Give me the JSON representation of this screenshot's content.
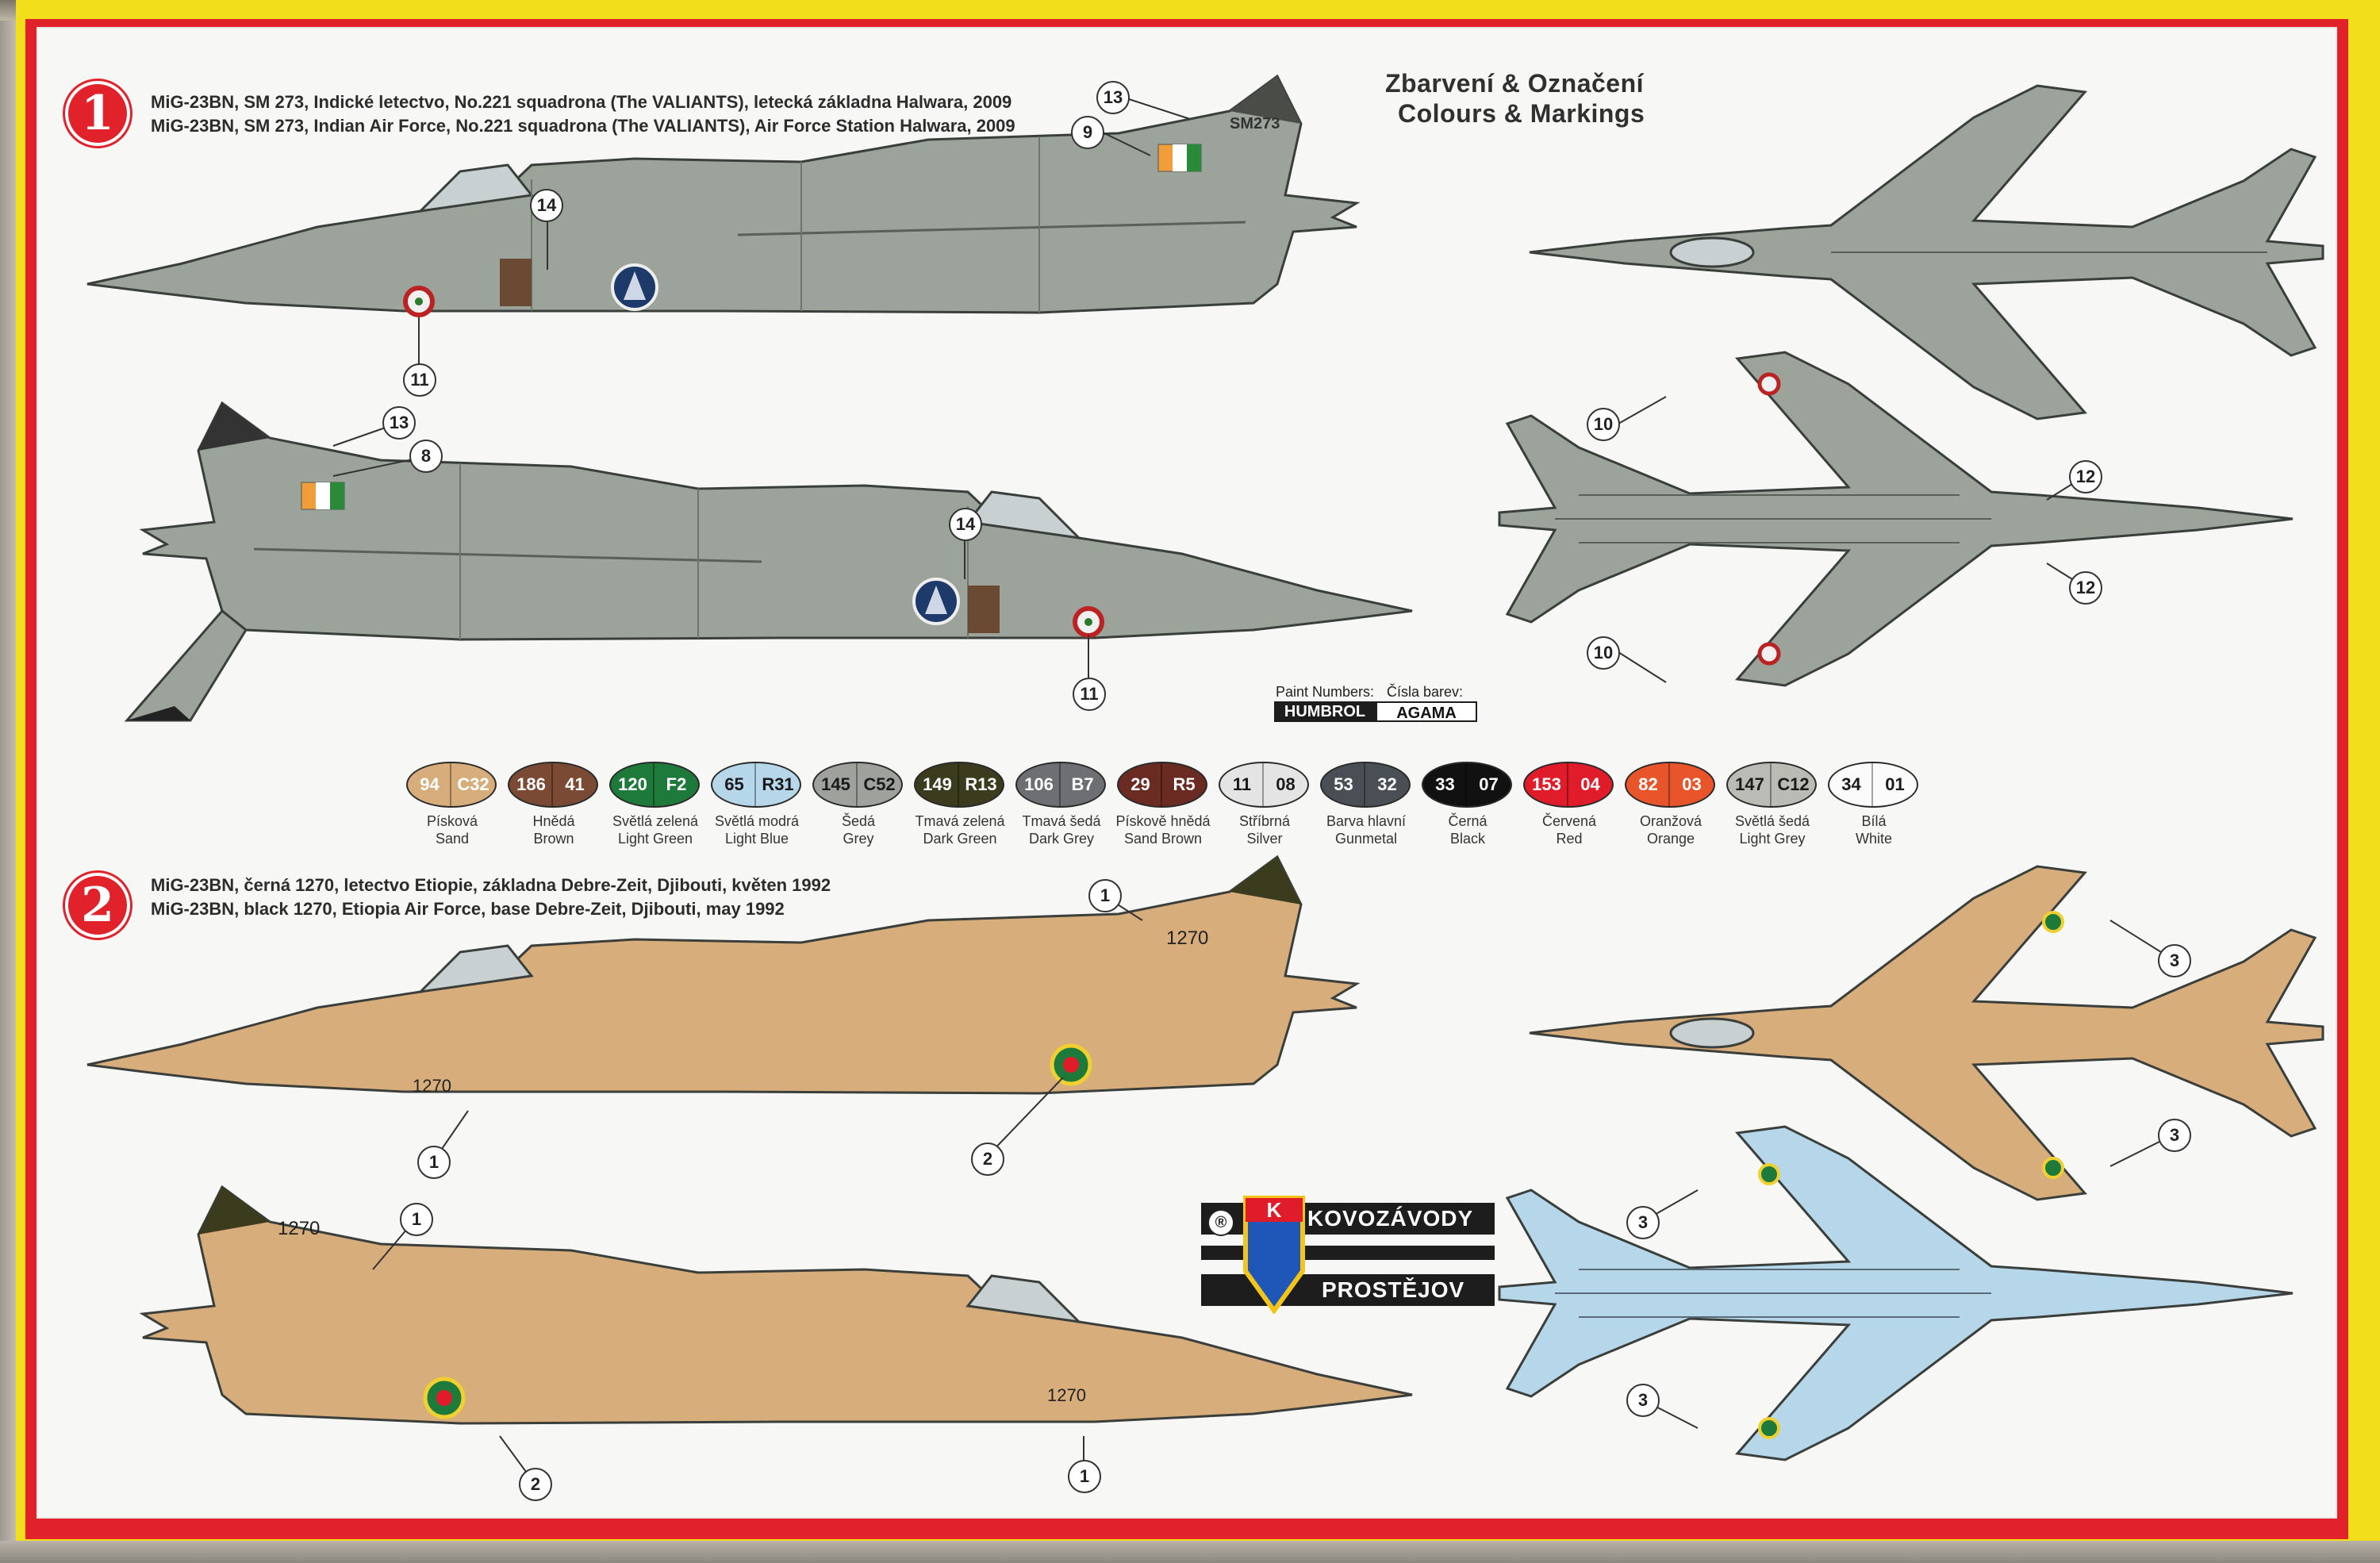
{
  "header": {
    "title_cz": "Zbarvení & Označení",
    "title_en": "Colours & Markings"
  },
  "schemes": [
    {
      "number": "1",
      "caption_cz": "MiG-23BN, SM 273, Indické letectvo, No.221 squadrona (The VALIANTS), letecká základna Halwara, 2009",
      "caption_en": "MiG-23BN, SM 273, Indian Air Force, No.221 squadrona (The VALIANTS), Air Force Station Halwara, 2009",
      "serial": "SM273",
      "callouts": [
        "13",
        "9",
        "14",
        "11",
        "13",
        "8",
        "14",
        "11",
        "10",
        "12",
        "12",
        "10"
      ]
    },
    {
      "number": "2",
      "caption_cz": "MiG-23BN, černá 1270, letectvo  Etiopie, základna Debre-Zeit, Djibouti, květen 1992",
      "caption_en": "MiG-23BN, black 1270, Etiopia Air Force, base Debre-Zeit, Djibouti, may 1992",
      "serial": "1270",
      "callouts": [
        "1",
        "1",
        "2",
        "1",
        "2",
        "1",
        "3",
        "3",
        "3",
        "3"
      ]
    }
  ],
  "paint_legend": {
    "label_en": "Paint Numbers:",
    "label_cz": "Čísla barev:",
    "brand1": "HUMBROL",
    "brand2": "AGAMA"
  },
  "paints": [
    {
      "h": "94",
      "a": "C32",
      "cz": "Písková",
      "en": "Sand",
      "color": "#d8ad7c",
      "dark": false
    },
    {
      "h": "186",
      "a": "41",
      "cz": "Hnědá",
      "en": "Brown",
      "color": "#7a4a34",
      "dark": false
    },
    {
      "h": "120",
      "a": "F2",
      "cz": "Světlá zelená",
      "en": "Light Green",
      "color": "#1e7a3a",
      "dark": false
    },
    {
      "h": "65",
      "a": "R31",
      "cz": "Světlá modrá",
      "en": "Light Blue",
      "color": "#b6d6ea",
      "dark": true
    },
    {
      "h": "145",
      "a": "C52",
      "cz": "Šedá",
      "en": "Grey",
      "color": "#9ea19c",
      "dark": true
    },
    {
      "h": "149",
      "a": "R13",
      "cz": "Tmavá zelená",
      "en": "Dark Green",
      "color": "#3b3b1e",
      "dark": false
    },
    {
      "h": "106",
      "a": "B7",
      "cz": "Tmavá šedá",
      "en": "Dark Grey",
      "color": "#6d6f72",
      "dark": false
    },
    {
      "h": "29",
      "a": "R5",
      "cz": "Pískově hnědá",
      "en": "Sand Brown",
      "color": "#6a2b22",
      "dark": false
    },
    {
      "h": "11",
      "a": "08",
      "cz": "Stříbrná",
      "en": "Silver",
      "color": "#e4e4e4",
      "dark": true
    },
    {
      "h": "53",
      "a": "32",
      "cz": "Barva hlavní",
      "en": "Gunmetal",
      "color": "#4a4f56",
      "dark": false
    },
    {
      "h": "33",
      "a": "07",
      "cz": "Černá",
      "en": "Black",
      "color": "#111111",
      "dark": false
    },
    {
      "h": "153",
      "a": "04",
      "cz": "Červená",
      "en": "Red",
      "color": "#e01c2a",
      "dark": false
    },
    {
      "h": "82",
      "a": "03",
      "cz": "Oranžová",
      "en": "Orange",
      "color": "#e8552a",
      "dark": false
    },
    {
      "h": "147",
      "a": "C12",
      "cz": "Světlá šedá",
      "en": "Light Grey",
      "color": "#b9bbb4",
      "dark": true
    },
    {
      "h": "34",
      "a": "01",
      "cz": "Bílá",
      "en": "White",
      "color": "#fbfbfb",
      "dark": true
    }
  ],
  "logo": {
    "line1": "KOVOZÁVODY",
    "line2": "PROSTĚJOV",
    "mark": "K",
    "registered": "®"
  },
  "colors": {
    "ind_grey": "#9ba39a",
    "eth_sand": "#d8ad7c",
    "eth_green": "#2a8a45",
    "eth_brown": "#6e3a22",
    "eth_blue": "#b6d6ea",
    "frame_red": "#e2222b",
    "frame_yellow": "#f2de1a"
  }
}
